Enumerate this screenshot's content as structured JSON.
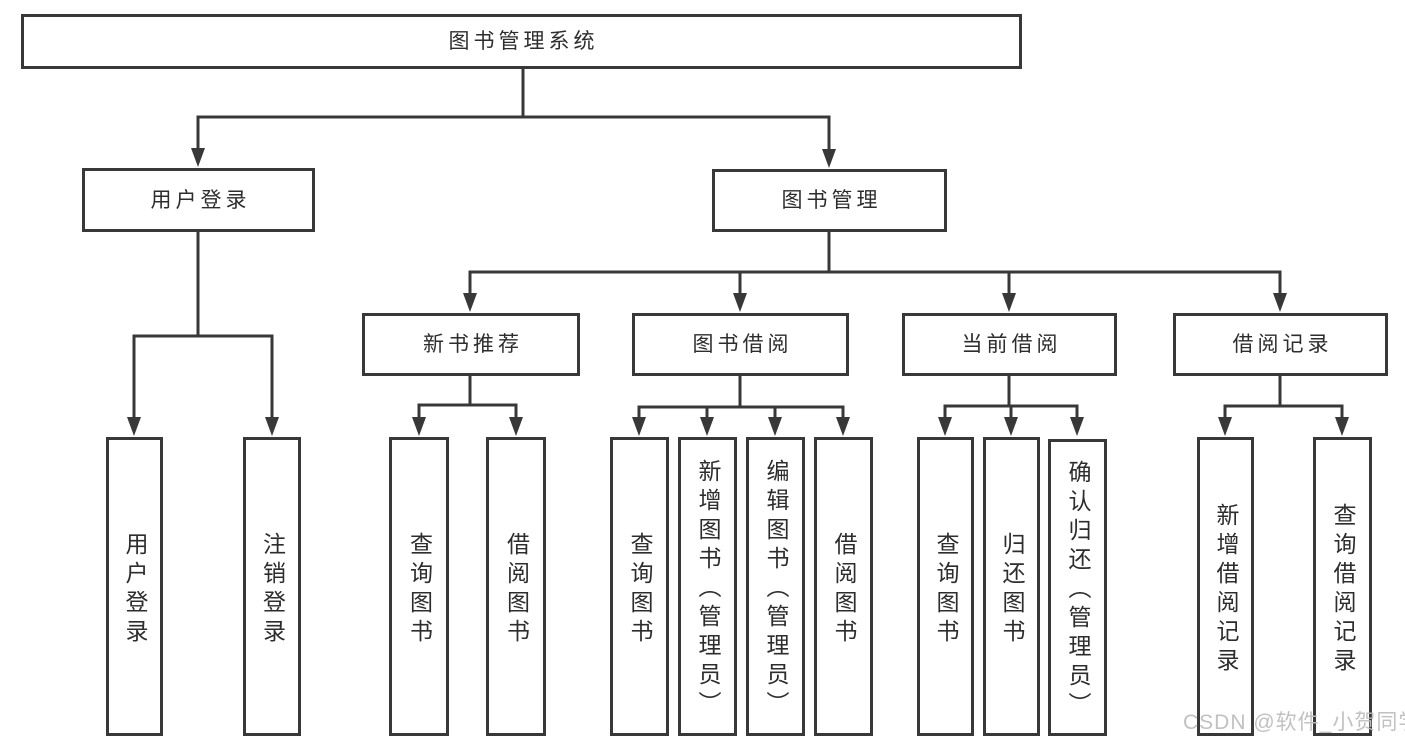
{
  "diagram_title": "图书管理系统",
  "nodes": {
    "root": "图书管理系统",
    "user-login": "用户登录",
    "book-management": "图书管理",
    "new-book-recommend": "新书推荐",
    "book-borrow": "图书借阅",
    "current-borrow": "当前借阅",
    "borrow-records": "借阅记录",
    "leaf-user-login": "用户登录",
    "leaf-logout": "注销登录",
    "nb-query-book": "查询图书",
    "nb-borrow-book": "借阅图书",
    "bb-query-book": "查询图书",
    "bb-add-book": "新增图书（管理员）",
    "bb-edit-book": "编辑图书（管理员）",
    "bb-borrow-book": "借阅图书",
    "cb-query-book": "查询图书",
    "cb-return-book": "归还图书",
    "cb-confirm-return": "确认归还（管理员）",
    "br-add-record": "新增借阅记录",
    "br-query-record": "查询借阅记录"
  },
  "watermark": "CSDN @软件_小贺同学",
  "colors": {
    "line": "#383838",
    "box_border": "#383838",
    "text": "#2d2d2d",
    "watermark": "#bebebe",
    "background": "#ffffff"
  }
}
